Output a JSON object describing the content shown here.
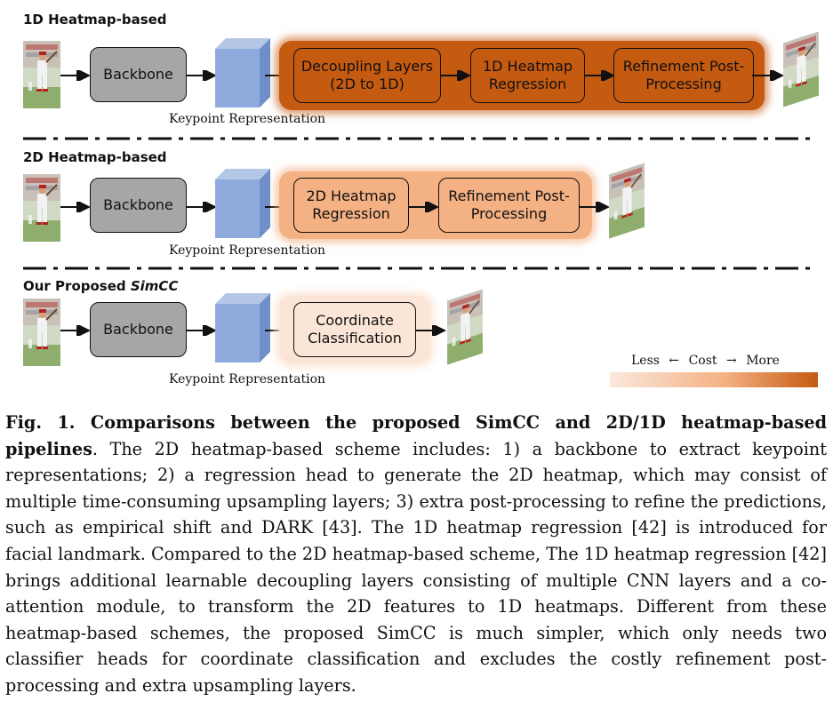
{
  "sections": {
    "s1": {
      "title": "1D Heatmap-based",
      "backbone": "Backbone",
      "keypoint_label": "Keypoint Representation",
      "boxes": [
        "Decoupling Layers (2D to 1D)",
        "1D Heatmap Regression",
        "Refinement Post-Processing"
      ]
    },
    "s2": {
      "title": "2D Heatmap-based",
      "backbone": "Backbone",
      "keypoint_label": "Keypoint Representation",
      "boxes": [
        "2D Heatmap Regression",
        "Refinement Post-Processing"
      ]
    },
    "s3": {
      "title_plain": "Our Proposed ",
      "title_italic": "SimCC",
      "backbone": "Backbone",
      "keypoint_label": "Keypoint Representation",
      "boxes": [
        "Coordinate Classification"
      ]
    }
  },
  "legend": {
    "less": "Less",
    "left_arrow": "←",
    "cost": "Cost",
    "right_arrow": "→",
    "more": "More"
  },
  "caption": {
    "fig_label": "Fig. 1. Comparisons between the proposed SimCC and 2D/1D heatmap-based pipelines",
    "body": ". The 2D heatmap-based scheme includes: 1) a backbone to extract keypoint representations; 2) a regression head to generate the 2D heatmap, which may consist of multiple time-consuming upsampling layers; 3) extra post-processing to refine the predictions, such as empirical shift and DARK [43]. The 1D heatmap regression [42] is introduced for facial landmark. Compared to the 2D heatmap-based scheme, The 1D heatmap regression [42] brings additional learnable decoupling layers consisting of multiple CNN layers and a co-attention module, to transform the 2D features to 1D heatmaps. Different from these heatmap-based schemes, the proposed SimCC is much simpler, which only needs two classifier heads for coordinate classification and excludes the costly refinement post-processing and extra upsampling layers."
  },
  "colors": {
    "high_cost": "#c55a11",
    "mid_cost": "#f4b183",
    "low_cost": "#fbe5d6",
    "backbone": "#a6a6a6",
    "representation": "#8faadc"
  }
}
